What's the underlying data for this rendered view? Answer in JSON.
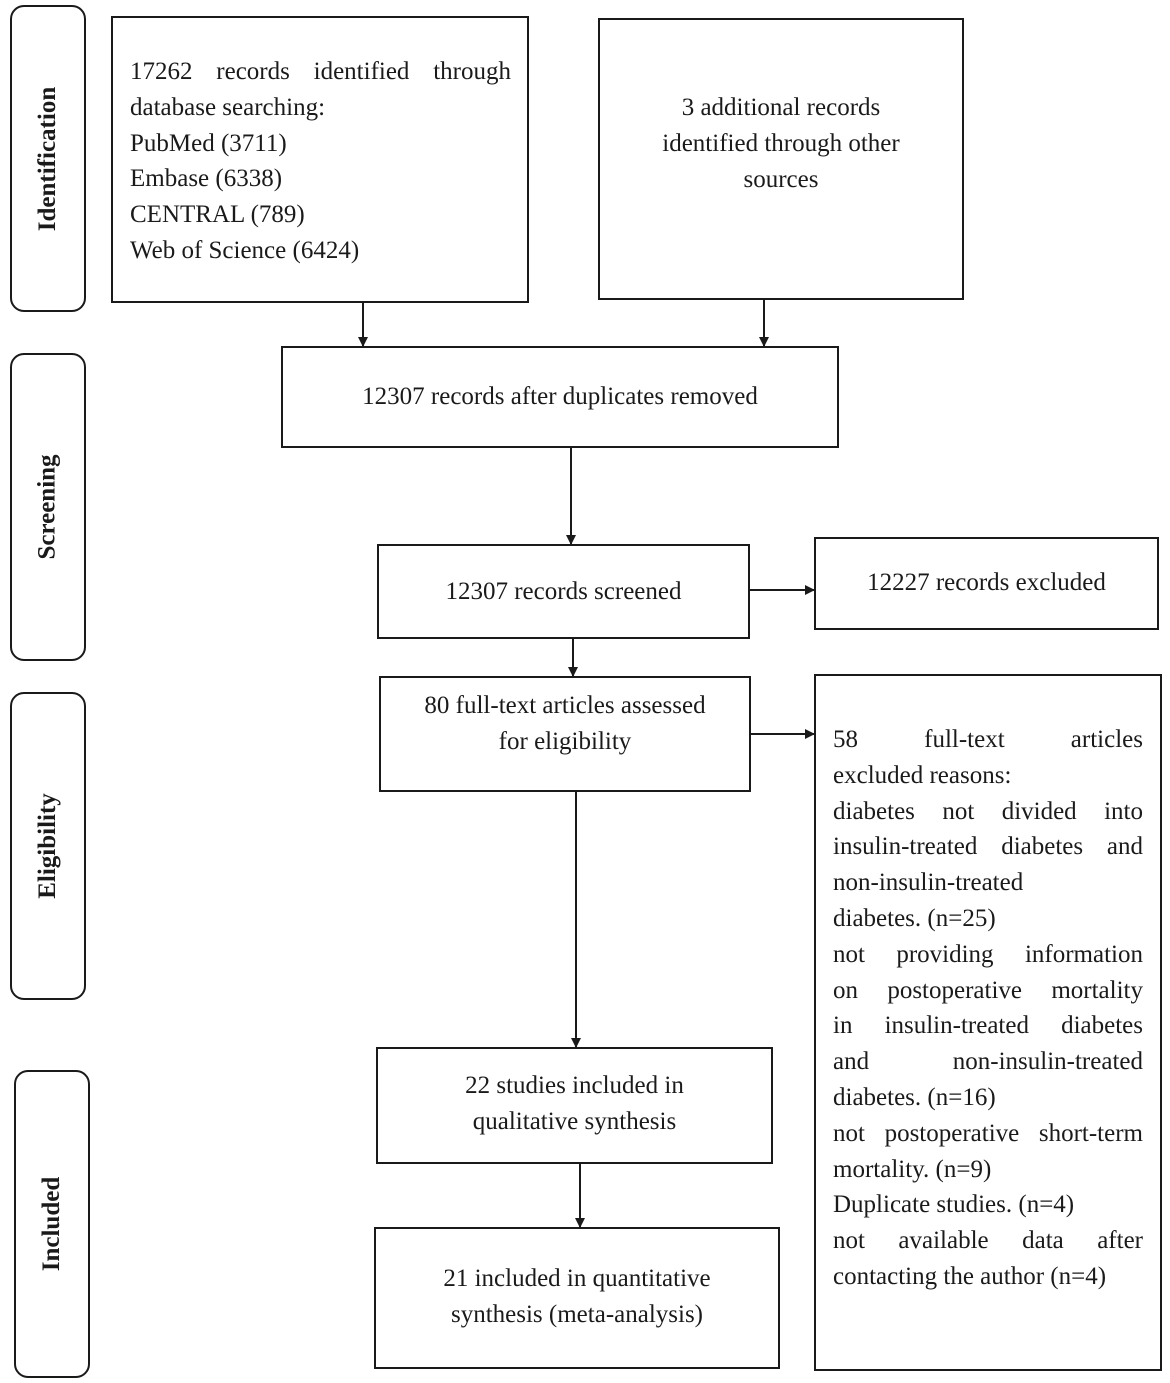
{
  "stages": {
    "identification": "Identification",
    "screening": "Screening",
    "eligibility": "Eligibility",
    "included": "Included"
  },
  "boxes": {
    "database_search": {
      "lines": [
        "17262 records identified through",
        "database searching:",
        "PubMed (3711)",
        "Embase (6338)",
        "CENTRAL (789)",
        "Web of Science (6424)"
      ]
    },
    "other_sources": {
      "lines": [
        "3 additional records",
        "identified through other",
        "sources"
      ]
    },
    "duplicates_removed": {
      "lines": [
        "12307 records after duplicates removed"
      ]
    },
    "screened": {
      "lines": [
        "12307 records screened"
      ]
    },
    "excluded": {
      "lines": [
        "12227 records excluded"
      ]
    },
    "full_text": {
      "lines": [
        "80 full-text articles assessed",
        "for eligibility"
      ]
    },
    "full_text_excluded": {
      "lines": [
        "58 full-text articles",
        "excluded reasons:",
        "diabetes not divided into",
        "insulin-treated diabetes and",
        "non-insulin-treated",
        "diabetes. (n=25)",
        "not providing information",
        "on postoperative mortality",
        "in insulin-treated diabetes",
        "and non-insulin-treated",
        "diabetes. (n=16)",
        "not postoperative short-term",
        "mortality. (n=9)",
        "Duplicate studies. (n=4)",
        "not available data after",
        "contacting the author (n=4)"
      ]
    },
    "qualitative": {
      "lines": [
        "22 studies included in",
        "qualitative synthesis"
      ]
    },
    "quantitative": {
      "lines": [
        "21 included in quantitative",
        "synthesis (meta-analysis)"
      ]
    }
  }
}
